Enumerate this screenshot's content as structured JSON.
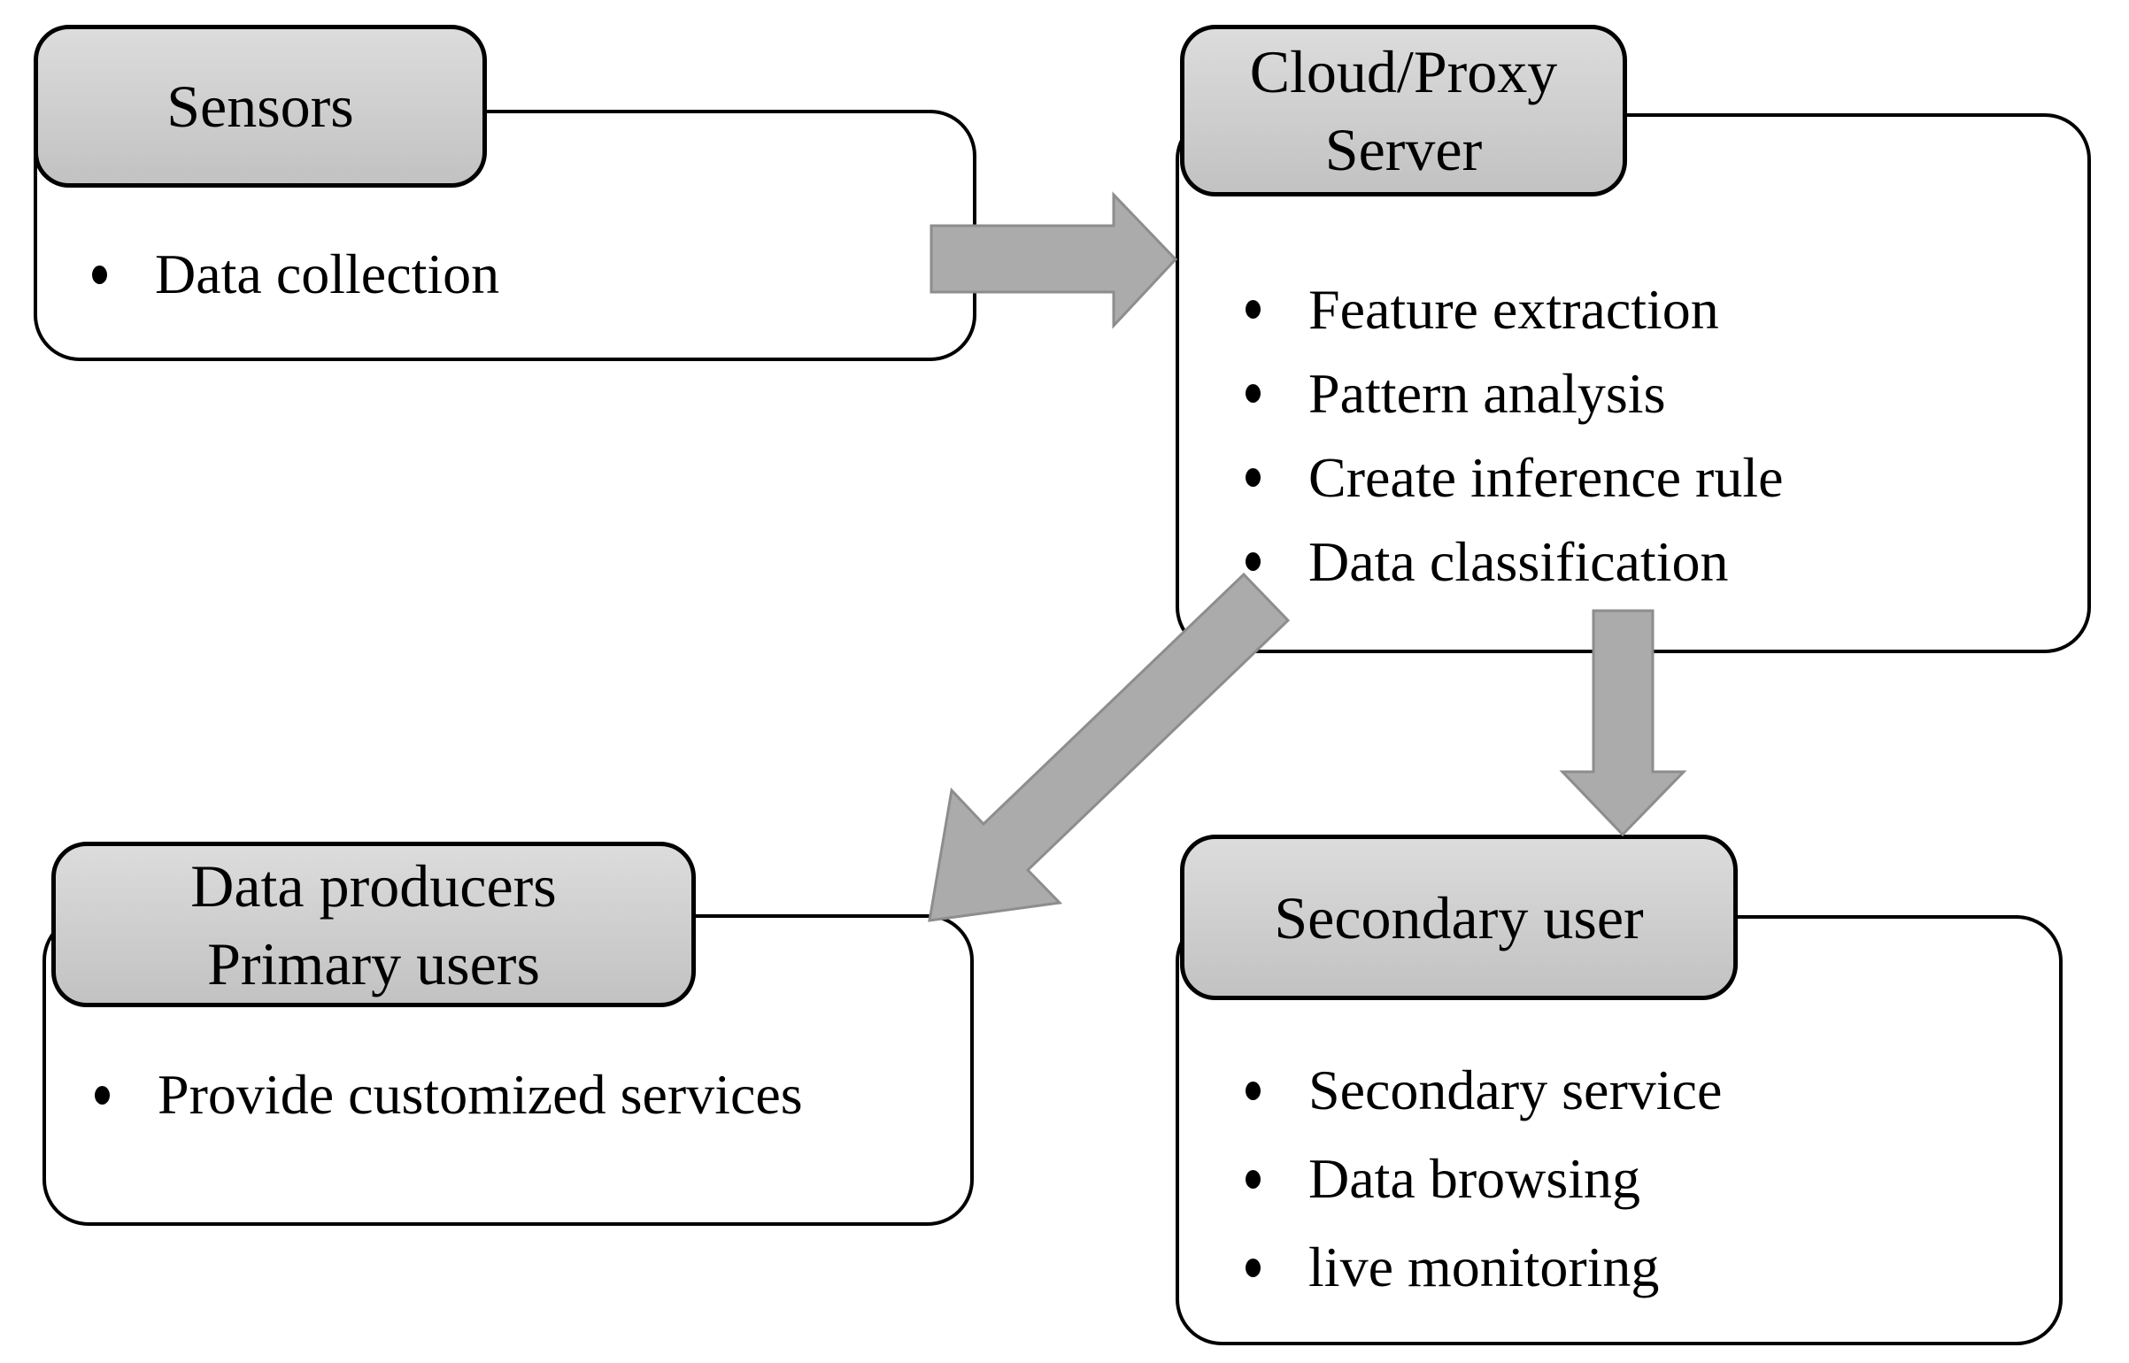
{
  "figure": {
    "type": "flow-diagram",
    "background": "#ffffff",
    "colors": {
      "box_border": "#000000",
      "box_fill": "#ffffff",
      "header_fill_top": "#dcdcdc",
      "header_fill_bottom": "#c2c2c2",
      "text": "#000000",
      "arrow_fill": "#ababab",
      "arrow_stroke": "#8d8d8d"
    },
    "nodes": [
      {
        "id": "sensors",
        "title_lines": [
          "Sensors"
        ],
        "bullets": [
          "Data collection"
        ]
      },
      {
        "id": "cloud-proxy-server",
        "title_lines": [
          "Cloud/Proxy",
          "Server"
        ],
        "bullets": [
          "Feature extraction",
          "Pattern analysis",
          "Create inference rule",
          "Data classification"
        ]
      },
      {
        "id": "data-producers-primary-users",
        "title_lines": [
          "Data producers",
          "Primary users"
        ],
        "bullets": [
          "Provide customized services"
        ]
      },
      {
        "id": "secondary-user",
        "title_lines": [
          "Secondary user"
        ],
        "bullets": [
          "Secondary service",
          "Data browsing",
          "live monitoring"
        ]
      }
    ],
    "arrows": [
      {
        "id": "sensors-to-cloud",
        "from": "sensors",
        "to": "cloud-proxy-server",
        "direction": "right"
      },
      {
        "id": "cloud-to-secondary-user",
        "from": "cloud-proxy-server",
        "to": "secondary-user",
        "direction": "down"
      },
      {
        "id": "cloud-to-data-producers",
        "from": "cloud-proxy-server",
        "to": "data-producers-primary-users",
        "direction": "down-left"
      }
    ]
  }
}
